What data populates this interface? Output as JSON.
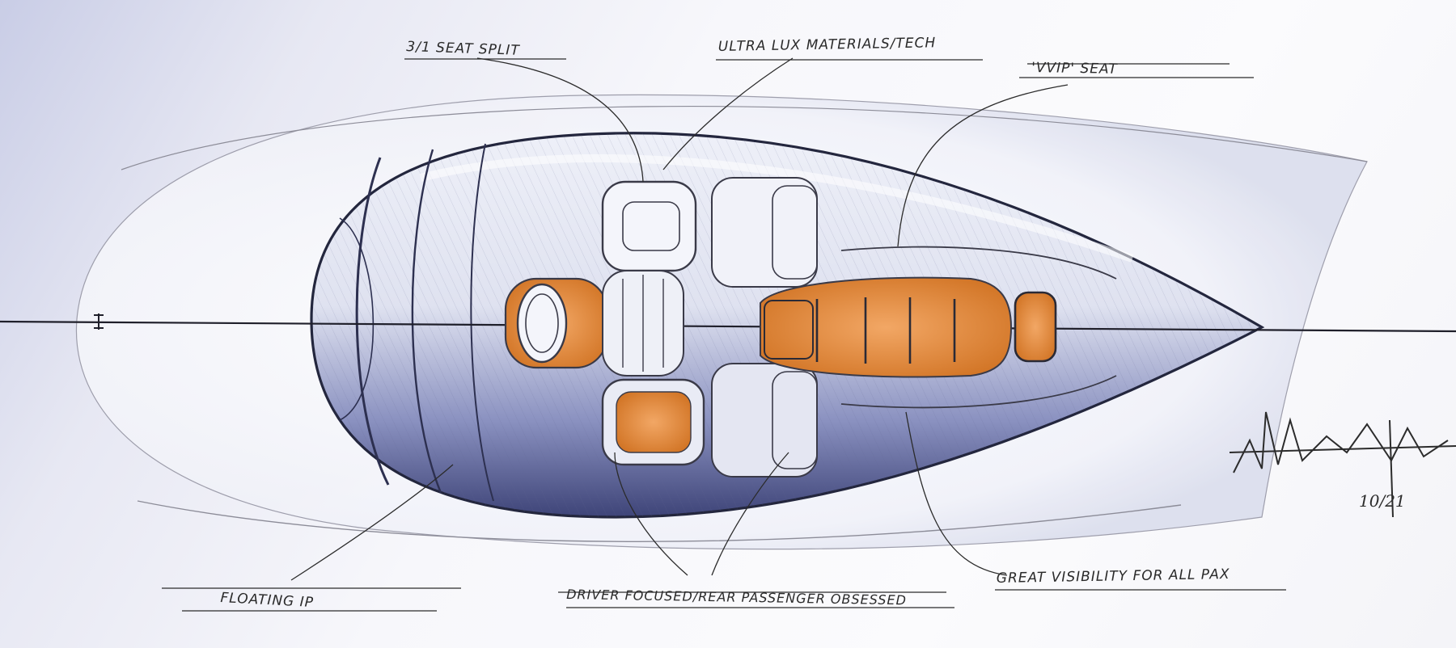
{
  "sketch": {
    "annotations": {
      "seat_split": "3/1 SEAT SPLIT",
      "materials": "ULTRA LUX MATERIALS/TECH",
      "vvip_seat": "'VVIP' SEAT",
      "floating_ip": "FLOATING IP",
      "driver_focused": "DRIVER FOCUSED/REAR PASSENGER OBSESSED",
      "visibility": "GREAT VISIBILITY FOR ALL PAX"
    },
    "signature": {
      "date": "10/21"
    },
    "colors": {
      "accent_orange": "#e0863a",
      "body_blue": "#6a73a8",
      "line_ink": "#2a2a2a"
    }
  }
}
